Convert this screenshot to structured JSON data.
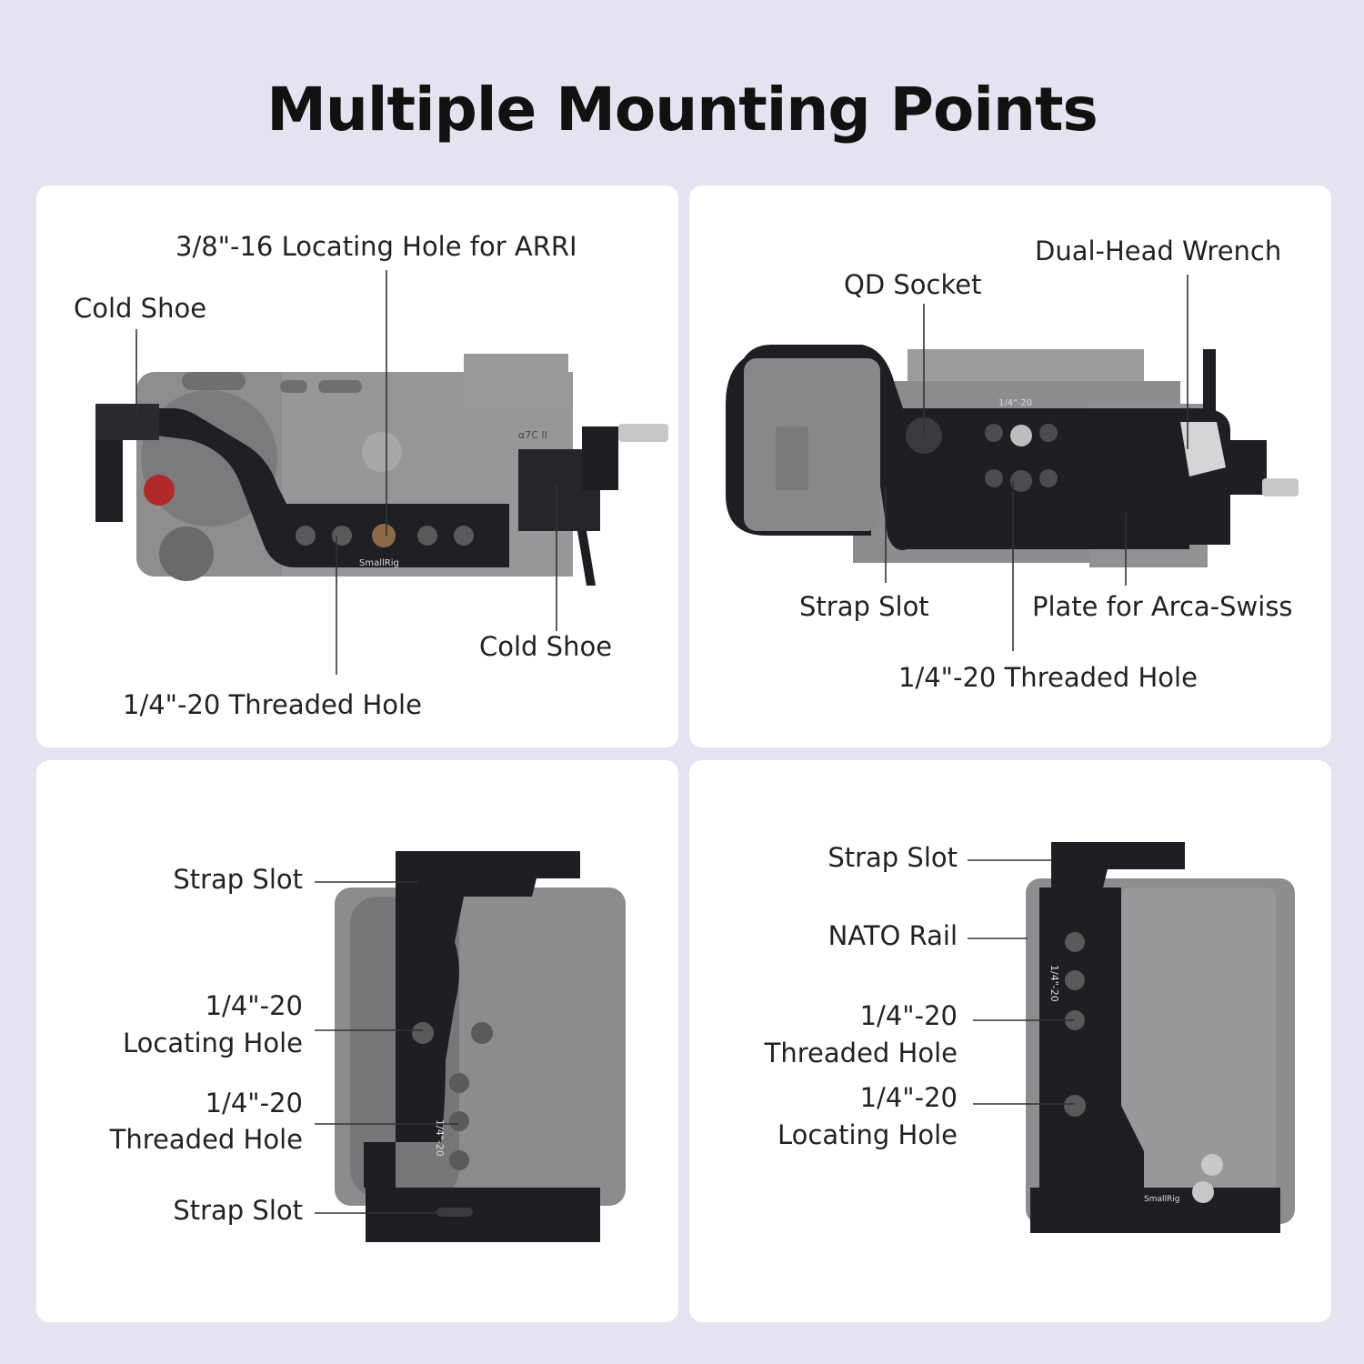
{
  "title": "Multiple Mounting Points",
  "panel_top_left": {
    "arri_hole": "3/8\"-16 Locating Hole for ARRI",
    "cold_shoe_left": "Cold Shoe",
    "cold_shoe_right": "Cold Shoe",
    "threaded_hole": "1/4\"-20 Threaded Hole",
    "brand_mark": "SmallRig",
    "camera_mark": "α7C II"
  },
  "panel_top_right": {
    "dual_wrench": "Dual-Head Wrench",
    "qd_socket": "QD Socket",
    "strap_slot": "Strap Slot",
    "arca_plate": "Plate for Arca-Swiss",
    "threaded_hole": "1/4\"-20 Threaded Hole",
    "plate_mark": "1/4\"-20"
  },
  "panel_bottom_left": {
    "strap_slot_top": "Strap Slot",
    "locating_line1": "1/4\"-20",
    "locating_line2": "Locating Hole",
    "threaded_line1": "1/4\"-20",
    "threaded_line2": "Threaded Hole",
    "strap_slot_bottom": "Strap Slot",
    "side_mark": "1/4\"-20"
  },
  "panel_bottom_right": {
    "strap_slot": "Strap Slot",
    "nato_rail": "NATO Rail",
    "threaded_line1": "1/4\"-20",
    "threaded_line2": "Threaded Hole",
    "locating_line1": "1/4\"-20",
    "locating_line2": "Locating Hole",
    "side_mark": "1/4\"-20",
    "brand_mark": "SmallRig"
  },
  "colors": {
    "background": "#e5e3f0",
    "panel": "#ffffff",
    "cage": "#1e1f22",
    "camera_body": "#8e8e90"
  }
}
